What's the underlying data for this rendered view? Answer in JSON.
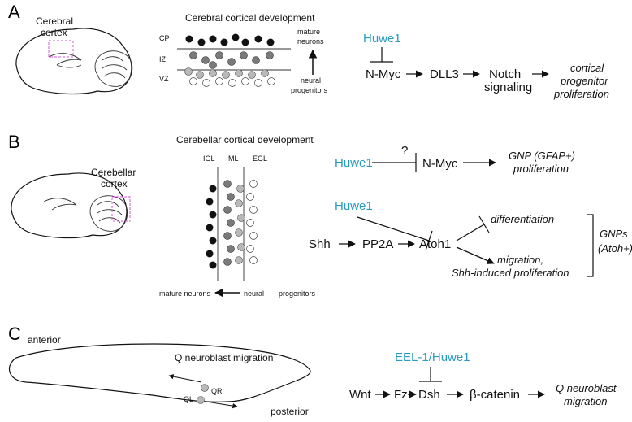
{
  "panels": {
    "a": {
      "letter": "A",
      "region_label_1": "Cerebral",
      "region_label_2": "cortex",
      "dev_title": "Cerebral cortical development",
      "layers": [
        "CP",
        "IZ",
        "VZ"
      ],
      "mature_1": "mature",
      "mature_2": "neurons",
      "prog_1": "neural",
      "prog_2": "progenitors",
      "huwe1": "Huwe1",
      "nmyc": "N-Myc",
      "dll3": "DLL3",
      "notch_1": "Notch",
      "notch_2": "signaling",
      "out_1": "cortical",
      "out_2": "progenitor",
      "out_3": "proliferation"
    },
    "b": {
      "letter": "B",
      "region_label_1": "Cerebellar",
      "region_label_2": "cortex",
      "dev_title": "Cerebellar cortical development",
      "layers": [
        "IGL",
        "ML",
        "EGL"
      ],
      "bottom_mature": "mature neurons",
      "bottom_prog": "neural",
      "bottom_prog2": "progenitors",
      "huwe1_top": "Huwe1",
      "question": "?",
      "nmyc": "N-Myc",
      "gnp_1": "GNP (GFAP+)",
      "gnp_2": "proliferation",
      "huwe1_mid": "Huwe1",
      "shh": "Shh",
      "pp2a": "PP2A",
      "atoh1": "Atoh1",
      "differentiation": "differentiation",
      "migration_1": "migration,",
      "migration_2": "Shh-induced proliferation",
      "gnps_1": "GNPs",
      "gnps_2": "(Atoh+)"
    },
    "c": {
      "letter": "C",
      "anterior": "anterior",
      "posterior": "posterior",
      "title": "Q neuroblast migration",
      "qr": "QR",
      "ql": "QL",
      "eel": "EEL-1/Huwe1",
      "wnt": "Wnt",
      "fz": "Fz",
      "dsh": "Dsh",
      "bcat": "β-catenin",
      "out_1": "Q neuroblast",
      "out_2": "migration"
    }
  },
  "colors": {
    "blue": "#2a9bbd",
    "magenta": "#d65ad6",
    "black": "#111111",
    "dark_gray": "#7a7a7a",
    "light_gray": "#b8b8b8",
    "white": "#ffffff"
  }
}
